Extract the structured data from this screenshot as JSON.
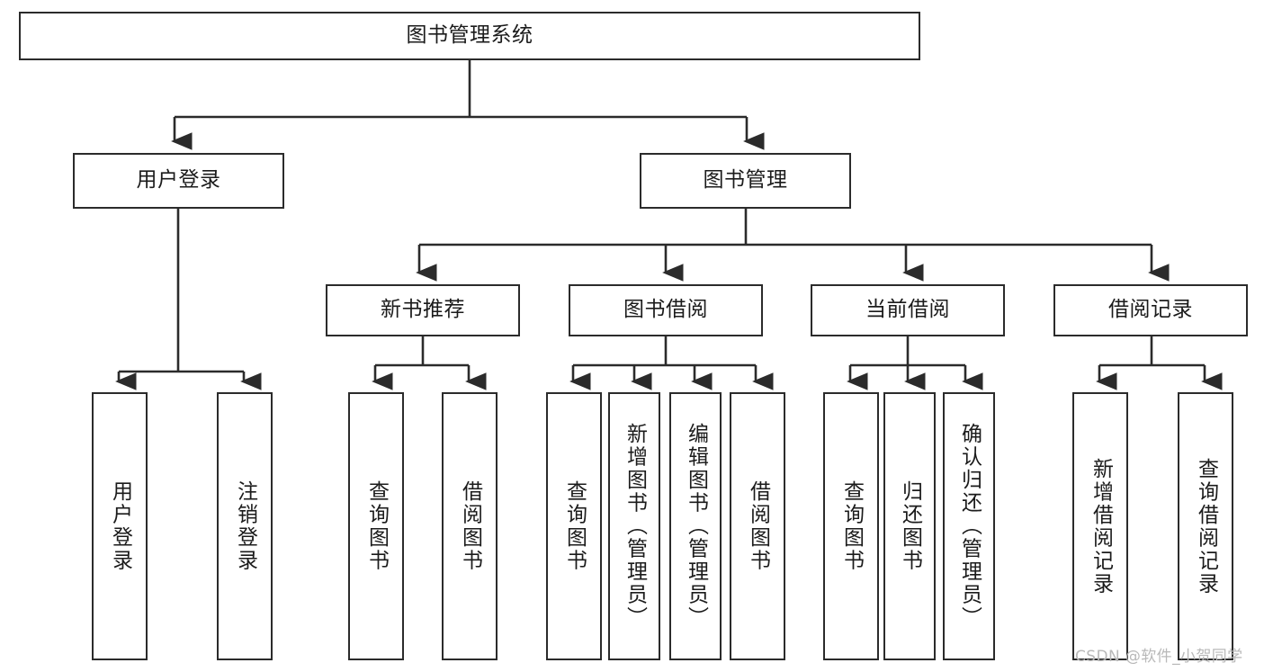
{
  "diagram": {
    "title": "图书管理系统",
    "type": "functional-structure-tree",
    "root": {
      "id": "root",
      "label": "图书管理系统"
    },
    "level2": [
      {
        "id": "user-login",
        "label": "用户登录"
      },
      {
        "id": "book-manage",
        "label": "图书管理"
      }
    ],
    "level3": [
      {
        "id": "new-book-recommend",
        "label": "新书推荐",
        "parent": "book-manage"
      },
      {
        "id": "book-borrow",
        "label": "图书借阅",
        "parent": "book-manage"
      },
      {
        "id": "current-borrow",
        "label": "当前借阅",
        "parent": "book-manage"
      },
      {
        "id": "borrow-record",
        "label": "借阅记录",
        "parent": "book-manage"
      }
    ],
    "leaves": [
      {
        "id": "leaf-user-login",
        "label": "用户登录",
        "parent": "user-login"
      },
      {
        "id": "leaf-user-logout",
        "label": "注销登录",
        "parent": "user-login"
      },
      {
        "id": "leaf-query-book-1",
        "label": "查询图书",
        "parent": "new-book-recommend"
      },
      {
        "id": "leaf-borrow-book-1",
        "label": "借阅图书",
        "parent": "new-book-recommend"
      },
      {
        "id": "leaf-query-book-2",
        "label": "查询图书",
        "parent": "book-borrow"
      },
      {
        "id": "leaf-add-book",
        "label": "新增图书（管理员）",
        "parent": "book-borrow"
      },
      {
        "id": "leaf-edit-book",
        "label": "编辑图书（管理员）",
        "parent": "book-borrow"
      },
      {
        "id": "leaf-borrow-book-2",
        "label": "借阅图书",
        "parent": "book-borrow"
      },
      {
        "id": "leaf-query-book-3",
        "label": "查询图书",
        "parent": "current-borrow"
      },
      {
        "id": "leaf-return-book",
        "label": "归还图书",
        "parent": "current-borrow"
      },
      {
        "id": "leaf-confirm-return",
        "label": "确认归还（管理员）",
        "parent": "current-borrow"
      },
      {
        "id": "leaf-add-record",
        "label": "新增借阅记录",
        "parent": "borrow-record"
      },
      {
        "id": "leaf-query-record",
        "label": "查询借阅记录",
        "parent": "borrow-record"
      }
    ],
    "watermark": "CSDN @软件_小贺同学",
    "colors": {
      "stroke": "#2b2b2b",
      "fill": "#ffffff",
      "text": "#1b1b1b",
      "watermark": "#b9b9b9"
    }
  }
}
